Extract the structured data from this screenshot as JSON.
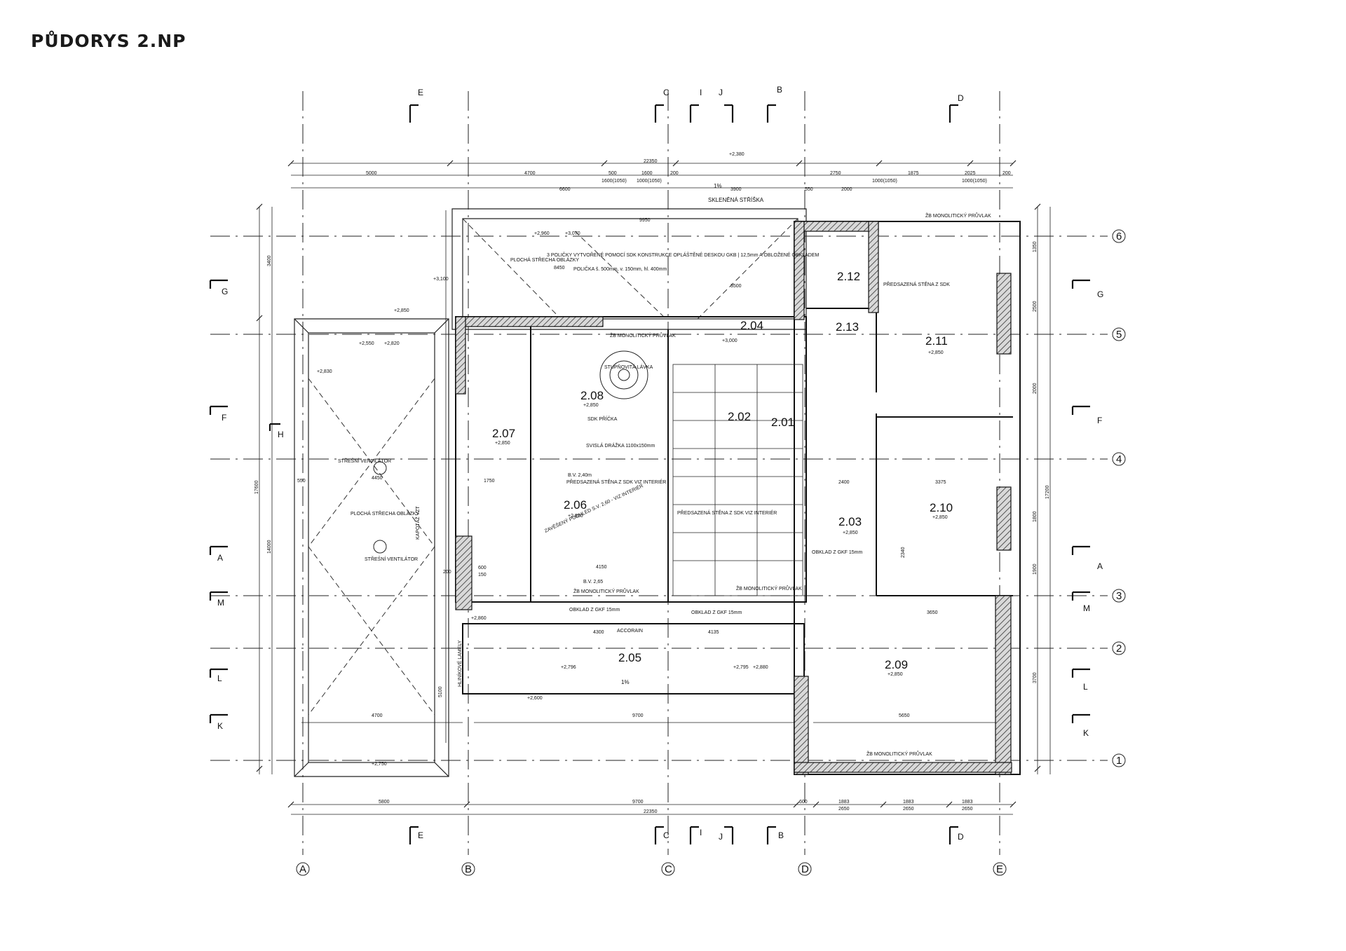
{
  "title": "PŮDORYS 2.NP",
  "grid_axes_letters": [
    "A",
    "B",
    "C",
    "D",
    "E"
  ],
  "grid_axes_numbers": [
    "1",
    "2",
    "3",
    "4",
    "5",
    "6"
  ],
  "sections": {
    "E": "E",
    "C": "C",
    "I": "I",
    "J": "J",
    "B": "B",
    "D": "D",
    "G": "G",
    "F": "F",
    "H": "H",
    "A": "A",
    "M": "M",
    "L": "L",
    "K": "K"
  },
  "rooms": {
    "r201": {
      "number": "2.01"
    },
    "r202": {
      "number": "2.02"
    },
    "r203": {
      "number": "2.03",
      "level": "+2,850"
    },
    "r204": {
      "number": "2.04"
    },
    "r205": {
      "number": "2.05"
    },
    "r206": {
      "number": "2.06",
      "level": "+2,850"
    },
    "r207": {
      "number": "2.07",
      "level": "+2,850"
    },
    "r208": {
      "number": "2.08",
      "level": "+2,850"
    },
    "r209": {
      "number": "2.09",
      "level": "+2,850"
    },
    "r210": {
      "number": "2.10",
      "level": "+2,850"
    },
    "r211": {
      "number": "2.11",
      "level": "+2,850"
    },
    "r212": {
      "number": "2.12"
    },
    "r213": {
      "number": "2.13"
    }
  },
  "dims": {
    "overall": "22350",
    "top": [
      "5000",
      "4700",
      "500",
      "1600",
      "200",
      "2750",
      "1875",
      "2025",
      "200"
    ],
    "top2": [
      "6600",
      "3900",
      "550",
      "2000"
    ],
    "windows_top": [
      "1600(1050)",
      "1000(1050)",
      "1000(1050)",
      "1000(1050)"
    ],
    "bottom": [
      "5800",
      "9700",
      "600",
      "1883",
      "1883",
      "1883"
    ],
    "bottom2": [
      "2650",
      "2650",
      "2650"
    ],
    "left": [
      "3400",
      "17600",
      "14000",
      "5100"
    ],
    "right": [
      "1350",
      "2500",
      "2000",
      "1800",
      "1900",
      "3700",
      "17200"
    ],
    "inner": [
      "9950",
      "8450",
      "3500",
      "4450",
      "4700",
      "9700",
      "4150",
      "4300",
      "4135",
      "3375",
      "3650",
      "5650",
      "2400",
      "2340",
      "1750",
      "600",
      "150",
      "200",
      "550"
    ]
  },
  "levels": {
    "l1": "+2,380",
    "l2": "+3,100",
    "l3": "+2,960",
    "l4": "+3,070",
    "l5": "+2,850",
    "l6": "+2,550",
    "l7": "+2,820",
    "l8": "+2,830",
    "l9": "+2,600",
    "l10": "+2,796",
    "l11": "+2,795",
    "l12": "+3,000",
    "l13": "+2,880",
    "l14": "+2,860",
    "l15": "+2,750"
  },
  "notes": {
    "glass_roof": "SKLENĚNÁ STŘÍŠKA",
    "flat_roof_1": "PLOCHÁ STŘECHA OBLÁZKY",
    "flat_roof_2": "PLOCHÁ STŘECHA OBLÁZKY",
    "shelves": "3 POLIČKY VYTVOŘENÉ POMOCÍ SDK KONSTRUKCE OPLÁŠTĚNÉ DESKOU GKB | 12,5mm A OBLOŽENÉ OBKLADEM",
    "shelf_dims": "POLIČKA š. 500mm, v. 150mm, hl. 400mm",
    "roof_vent_1": "STŘEŠNÍ VENTILÁTOR",
    "roof_vent_2": "STŘEŠNÍ VENTILÁTOR",
    "beam_1": "ŽB MONOLITICKÝ PRŮVLAK",
    "beam_2": "ŽB MONOLITICKÝ PRŮVLAK",
    "beam_3": "ŽB MONOLITICKÝ PRŮVLAK",
    "beam_4": "ŽB MONOLITICKÝ PRŮVLAK",
    "beam_5": "ŽB MONOLITICKÝ PRŮVLAK",
    "wall_sdk_1": "PŘEDSAZENÁ STĚNA Z SDK",
    "wall_sdk_2": "PŘEDSAZENÁ STĚNA Z SDK VIZ INTERIÉR",
    "wall_sdk_3": "PŘEDSAZENÁ STĚNA Z SDK VIZ INTERIÉR",
    "sdk_partition": "SDK PŘÍČKA",
    "vertical_groove": "SVISLÁ DRÁŽKA 1100x150mm",
    "ceiling_view": "ZAVĚŠENÝ PODHLED S.V. 2,60 - VIZ INTERIÉR",
    "bv1": "B.V. 2,40m",
    "bv2": "B.V. 2,65",
    "tile1": "OBKLAD Z GKF 15mm",
    "tile2": "OBKLAD Z GKF 15mm",
    "tile3": "OBKLAD Z GKF 15mm",
    "accorain": "ACCORAIN",
    "stair_shade": "STUPŇOVITÁ LÁVKA",
    "oblast": "HLINÍKOVÉ LAMELY",
    "kapotaz": "KAPOTÁŽ VZT",
    "slope": "1%",
    "slope2": "1%"
  }
}
